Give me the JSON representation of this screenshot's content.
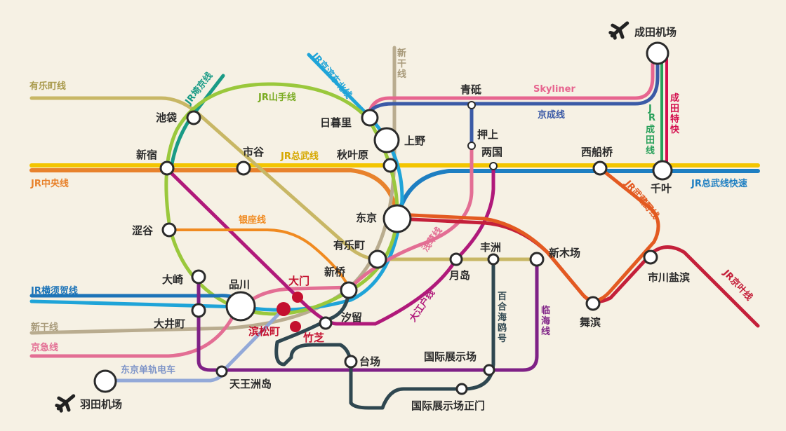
{
  "colors": {
    "background": "#f6f1e4",
    "yamanote": "#9ac83c",
    "keihin_tohoku": "#1fa4d8",
    "saikyo": "#1a9b86",
    "chuo": "#e8822c",
    "sobu": "#f3c500",
    "sobu_rapid": "#1e7fc2",
    "shinkansen": "#b9ac8f",
    "yurakucho": "#c8b765",
    "keisei": "#3b5aa6",
    "skyliner": "#e7658f",
    "narita_express": "#d40f4e",
    "jr_narita": "#28a05a",
    "musashino": "#e35a21",
    "keiyo": "#c4203a",
    "ginza": "#f08a20",
    "asakusa": "#e36e94",
    "oedo": "#b0197a",
    "rinkai": "#7f2186",
    "yurikamome": "#2f4750",
    "monorail": "#93a9d8",
    "keikyu": "#e36e94",
    "yokosuka": "#1d74b8",
    "station_dot_red": "#c4102f"
  },
  "stations": {
    "narita_airport": "成田机场",
    "haneda_airport": "羽田机场",
    "ikebukuro": "池袋",
    "nippori": "日暮里",
    "ueno": "上野",
    "akihabara": "秋叶原",
    "shinjuku": "新宿",
    "ichigaya": "市谷",
    "aoto": "青砥",
    "oshiage": "押上",
    "ryogoku": "两国",
    "nishifunabashi": "西船桥",
    "chiba": "千叶",
    "tokyo": "东京",
    "yoyogi": "涩谷",
    "yurakucho": "有乐町",
    "shinbashi": "新桥",
    "tsukishima": "月岛",
    "toyosu": "丰洲",
    "shinkiba": "新木场",
    "ichikawa_shiohama": "市川盐滨",
    "osaki": "大崎",
    "shinagawa": "品川",
    "daimon": "大门",
    "oimachi": "大井町",
    "hamamatsucho": "滨松町",
    "takeshiba": "竹芝",
    "shiodome": "汐留",
    "maihama": "舞滨",
    "daiba": "台场",
    "kokusai_tenjijo": "国际展示场",
    "kokusai_tenjijo_seimon": "国际展示场正门",
    "tennozu_isle": "天王洲岛"
  },
  "lines": {
    "yurakucho_line": "有乐町线",
    "saikyo_line": "JR埼京线",
    "yamanote_line": "JR山手线",
    "keihin_tohoku_line": "JR京滨东北线",
    "shinkansen_top": "新干线",
    "skyliner": "Skyliner",
    "keisei_line": "京成线",
    "narita_express": "成田特快",
    "jr_narita_line": "JR成田线",
    "sobu_line": "JR总武线",
    "chuo_line": "JR中央线",
    "sobu_rapid_line": "JR总武线快速",
    "ginza_line": "银座线",
    "asakusa_line": "浅草线",
    "musashino_line": "JR武藏野线",
    "keiyo_line": "JR京叶线",
    "oedo_line": "大江户线",
    "yurikamome": "百合海鸥号",
    "rinkai_line": "临海线",
    "yokosuka_line": "JR横须贺线",
    "shinkansen_left": "新干线",
    "keikyu_line": "京急线",
    "monorail": "东京单轨电车"
  },
  "icons": {
    "airport": "airplane-icon"
  }
}
